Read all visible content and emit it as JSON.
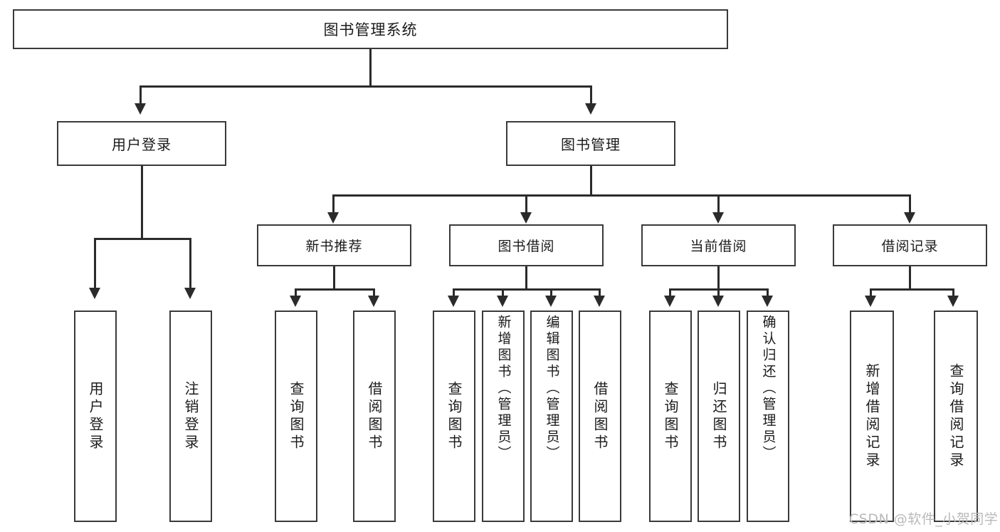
{
  "diagram": {
    "type": "tree-hierarchy",
    "title": "图书管理系统",
    "watermark": "CSDN @软件_小贺同学",
    "colors": {
      "box_border": "#3a3a3a",
      "connector": "#2b2b2b",
      "background": "#ffffff",
      "text": "#1b1b1b",
      "watermark": "#b9b9b9"
    },
    "root": {
      "label": "图书管理系统"
    },
    "level1": [
      {
        "label": "用户登录"
      },
      {
        "label": "图书管理"
      }
    ],
    "level2": [
      {
        "label": "新书推荐"
      },
      {
        "label": "图书借阅"
      },
      {
        "label": "当前借阅"
      },
      {
        "label": "借阅记录"
      }
    ],
    "leaves": {
      "user_login": [
        {
          "label": "用户登录"
        },
        {
          "label": "注销登录"
        }
      ],
      "new_book": [
        {
          "label": "查询图书"
        },
        {
          "label": "借阅图书"
        }
      ],
      "book_borrow": [
        {
          "label": "查询图书"
        },
        {
          "label": "新增图书（管理员）"
        },
        {
          "label": "编辑图书（管理员）"
        },
        {
          "label": "借阅图书"
        }
      ],
      "current_borrow": [
        {
          "label": "查询图书"
        },
        {
          "label": "归还图书"
        },
        {
          "label": "确认归还（管理员）"
        }
      ],
      "borrow_record": [
        {
          "label": "新增借阅记录"
        },
        {
          "label": "查询借阅记录"
        }
      ]
    }
  }
}
